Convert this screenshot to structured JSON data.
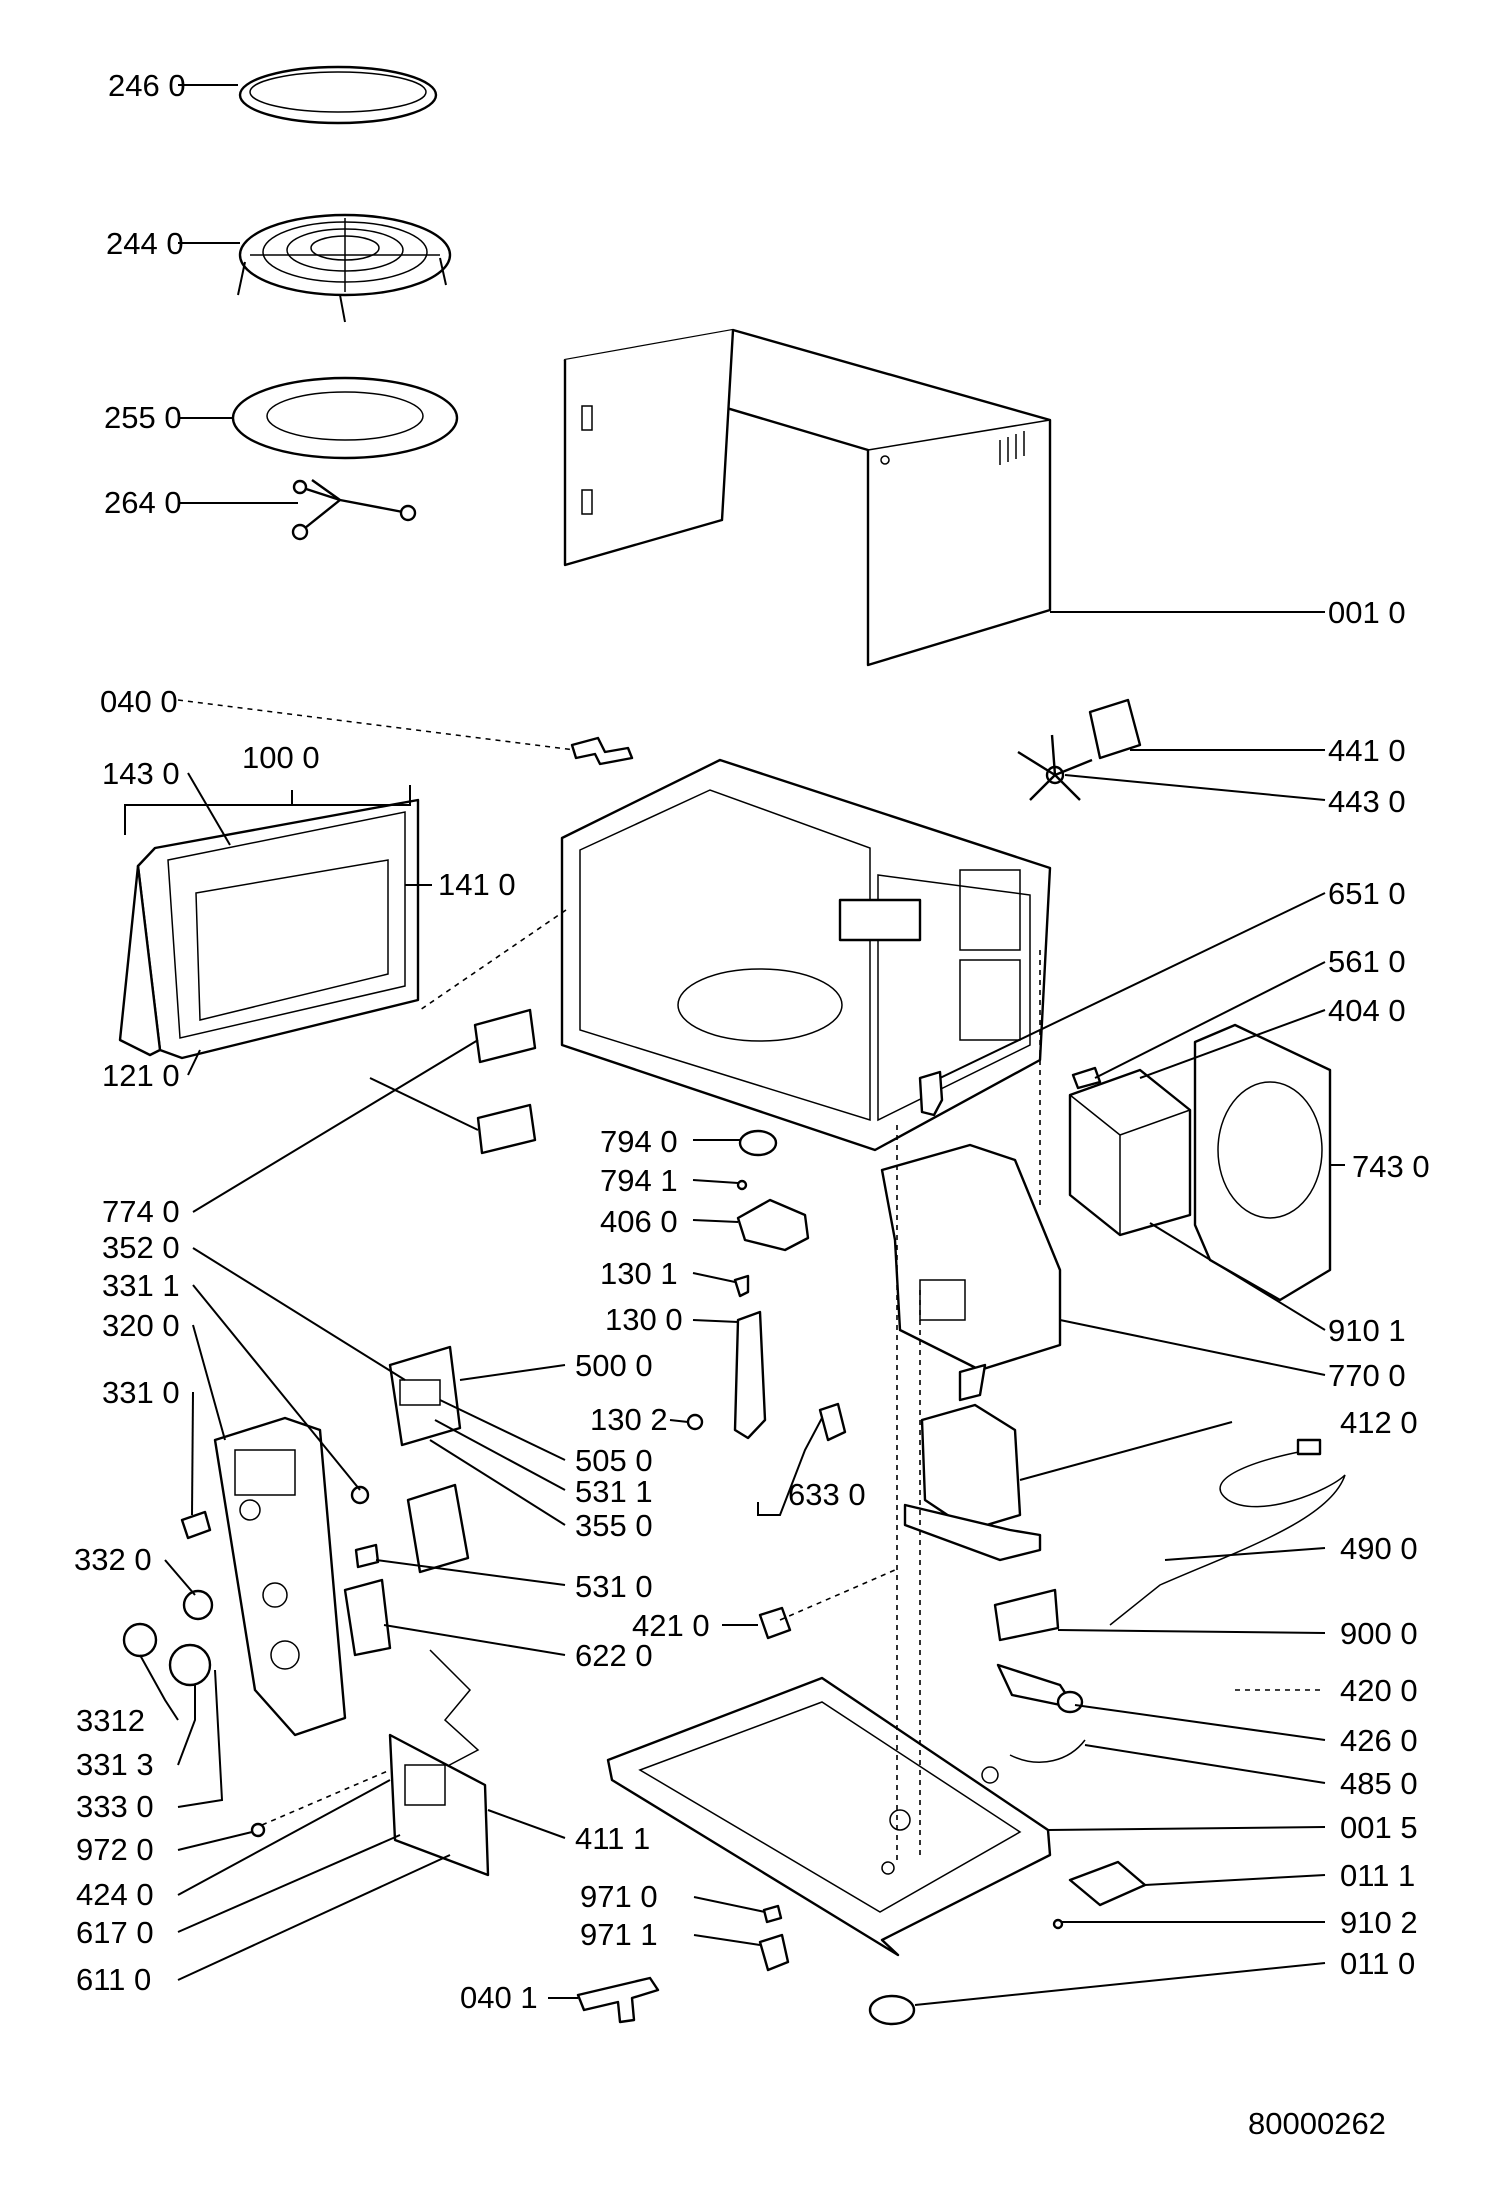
{
  "drawing_number": "80000262",
  "callouts": [
    "246 0",
    "244 0",
    "255 0",
    "264 0",
    "001 0",
    "040 0",
    "143 0",
    "100 0",
    "141 0",
    "121 0",
    "441 0",
    "443 0",
    "651 0",
    "561 0",
    "404 0",
    "743 0",
    "794 0",
    "794 1",
    "406 0",
    "130 1",
    "130 0",
    "130 2",
    "633 0",
    "774 0",
    "352 0",
    "331 1",
    "320 0",
    "331 0",
    "332 0",
    "500 0",
    "505 0",
    "531 1",
    "355 0",
    "531 0",
    "622 0",
    "3312",
    "331 3",
    "333 0",
    "972 0",
    "424 0",
    "617 0",
    "611 0",
    "411 1",
    "971 0",
    "971 1",
    "040 1",
    "910 1",
    "770 0",
    "412 0",
    "490 0",
    "421 0",
    "900 0",
    "420 0",
    "426 0",
    "485 0",
    "001 5",
    "011 1",
    "910 2",
    "011 0"
  ]
}
